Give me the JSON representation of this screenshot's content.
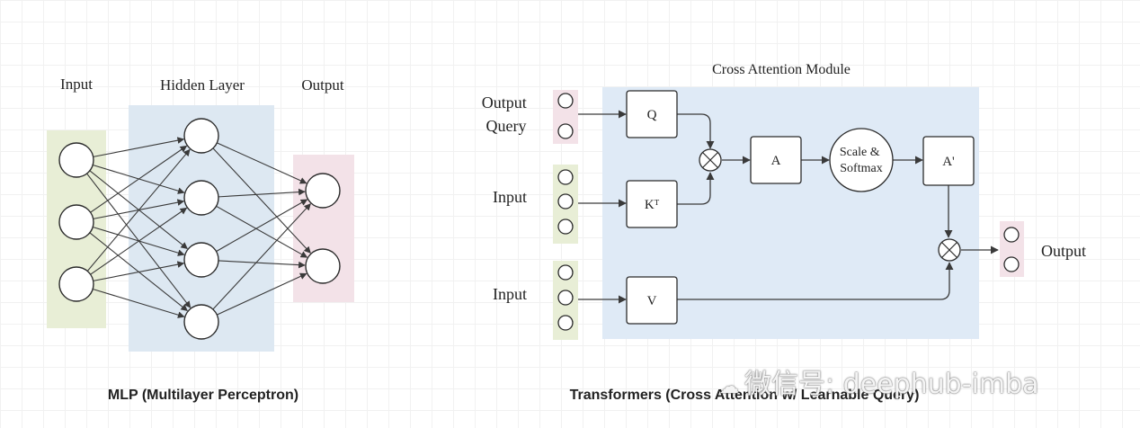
{
  "colors": {
    "input_band": "#e8eed6",
    "hidden_band": "#dde8f2",
    "output_band": "#f3e2e8",
    "module_band": "#dfeaf6",
    "line": "#3a3a3a",
    "node_stroke": "#2b2b2b"
  },
  "mlp": {
    "input_label": "Input",
    "hidden_label": "Hidden Layer",
    "output_label": "Output",
    "caption": "MLP (Multilayer Perceptron)"
  },
  "cross": {
    "module_title": "Cross Attention Module",
    "output_query_line1": "Output",
    "output_query_line2": "Query",
    "input_k_label": "Input",
    "input_v_label": "Input",
    "q_label": "Q",
    "k_label": "Kᵀ",
    "v_label": "V",
    "a_label": "A",
    "scale_line1": "Scale &",
    "scale_line2": "Softmax",
    "a_prime_label": "A'",
    "multiply_symbol": "⊗",
    "output_label": "Output",
    "caption": "Transformers (Cross Attention w/ Learnable Query)"
  },
  "watermark": {
    "icon": "wechat-icon",
    "text": "微信号: deephub-imba"
  }
}
